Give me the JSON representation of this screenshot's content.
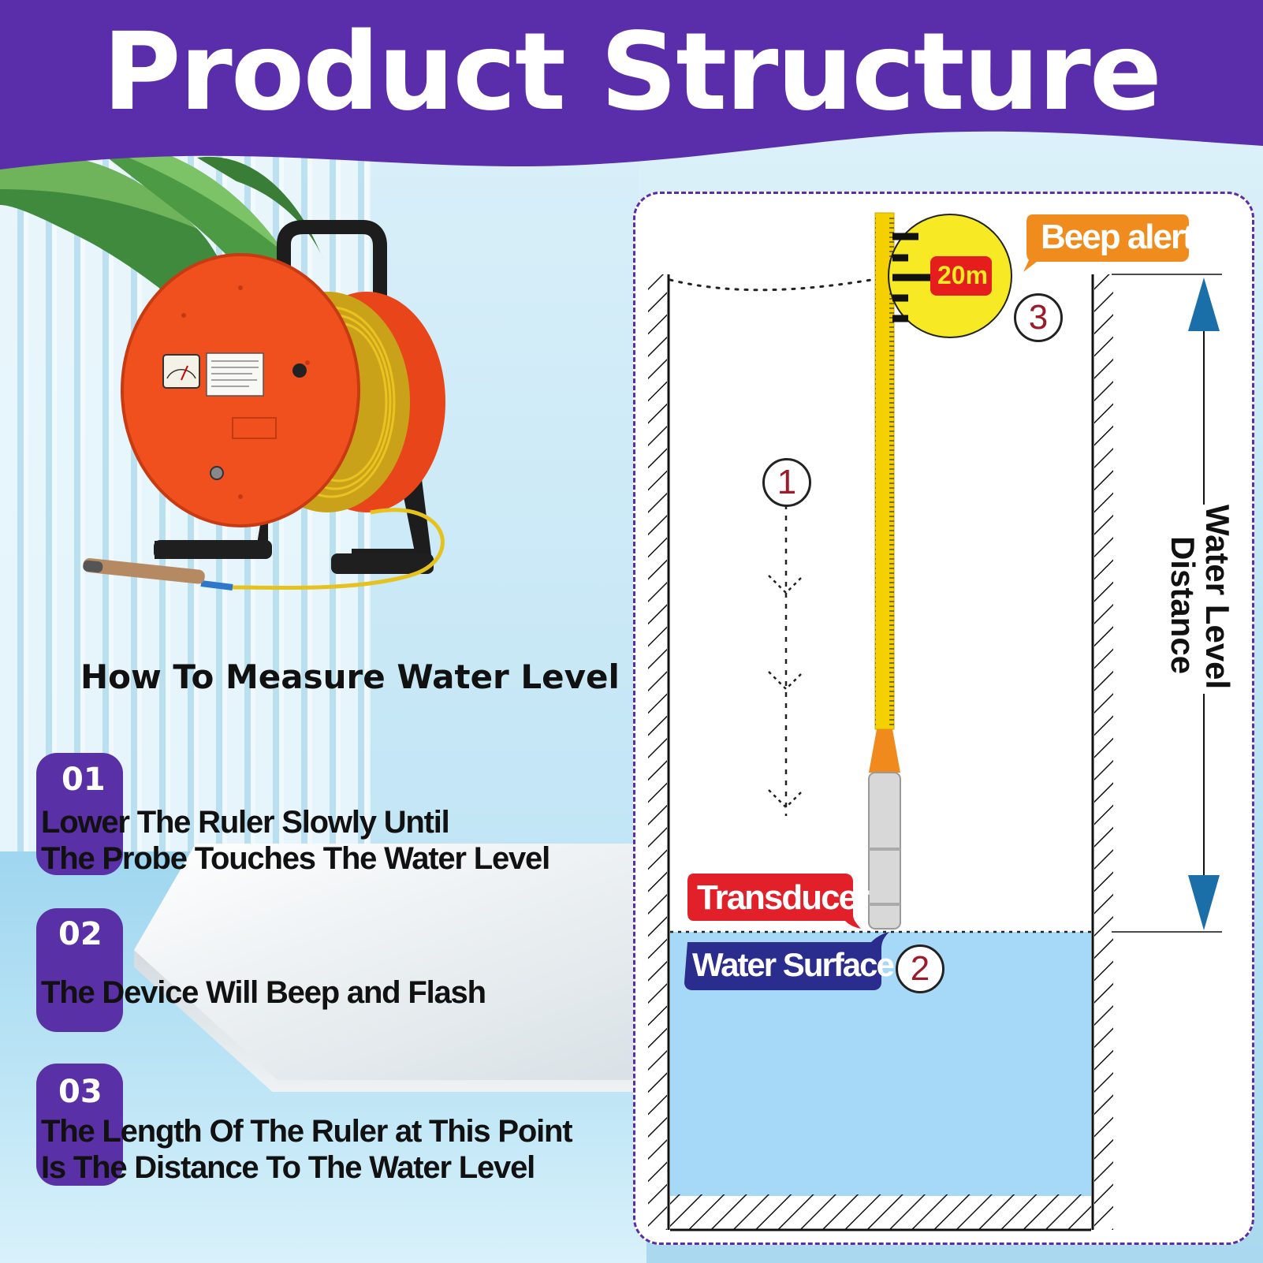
{
  "header": {
    "title": "Product Structure"
  },
  "left": {
    "heading": "How To Measure Water Level",
    "steps": [
      {
        "num": "01",
        "line1": "Lower The Ruler Slowly Until",
        "line2": "The Probe Touches The Water Level"
      },
      {
        "num": "02",
        "line1": "The Device Will Beep and Flash",
        "line2": ""
      },
      {
        "num": "03",
        "line1": "The Length Of The Ruler at This Point",
        "line2": "Is The Distance To The Water Level"
      }
    ]
  },
  "diagram": {
    "beep_alert": "Beep alert",
    "ruler_mark": "20m",
    "transducer": "Transducer",
    "water_surface": "Water Surface",
    "markers": [
      "1",
      "2",
      "3"
    ],
    "distance_label_line1": "Water Level",
    "distance_label_line2": "Distance"
  },
  "colors": {
    "brand_purple": "#5a2eaa",
    "reel_orange": "#f0501e",
    "ruler_yellow": "#f5d000",
    "water_blue": "#a6d8f7",
    "arrow_blue": "#1b6fa8",
    "transducer_red": "#e2202a",
    "beep_orange": "#f08c1e",
    "surface_navy": "#2a2d8e"
  }
}
